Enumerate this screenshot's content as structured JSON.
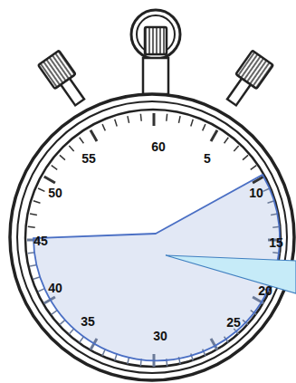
{
  "diagram": {
    "labels": [
      "60",
      "5",
      "10",
      "15",
      "20",
      "25",
      "30",
      "35",
      "40",
      "45",
      "50",
      "55"
    ]
  }
}
